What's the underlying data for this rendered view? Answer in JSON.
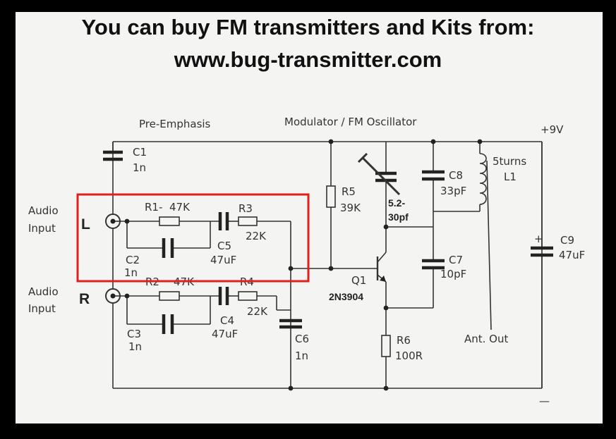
{
  "header": {
    "line1": "You can buy FM transmitters and Kits from:",
    "line2": "www.bug-transmitter.com"
  },
  "sections": {
    "pre_emphasis": "Pre-Emphasis",
    "modulator": "Modulator / FM Oscillator",
    "supply": "+9V",
    "ground": "—"
  },
  "inputs": {
    "left": {
      "label1": "Audio",
      "label2": "Input",
      "channel": "L"
    },
    "right": {
      "label1": "Audio",
      "label2": "Input",
      "channel": "R"
    }
  },
  "components": {
    "C1": {
      "ref": "C1",
      "value": "1n"
    },
    "R1": {
      "ref": "R1-",
      "value": "47K"
    },
    "C2": {
      "ref": "C2",
      "value": "1n"
    },
    "C5": {
      "ref": "C5",
      "value": "47uF"
    },
    "R3": {
      "ref": "R3",
      "value": "22K"
    },
    "R2": {
      "ref": "R2",
      "value": "47K"
    },
    "C3": {
      "ref": "C3",
      "value": "1n"
    },
    "C4": {
      "ref": "C4",
      "value": "47uF"
    },
    "R4": {
      "ref": "R4",
      "value": "22K"
    },
    "C6": {
      "ref": "C6",
      "value": "1n"
    },
    "R5": {
      "ref": "R5",
      "value": "39K"
    },
    "VC": {
      "value1": "5.2-",
      "value2": "30pf"
    },
    "C8": {
      "ref": "C8",
      "value": "33pF"
    },
    "L1": {
      "turns": "5turns",
      "ref": "L1"
    },
    "Q1": {
      "ref": "Q1",
      "part": "2N3904"
    },
    "C7": {
      "ref": "C7",
      "value": "10pF"
    },
    "R6": {
      "ref": "R6",
      "value": "100R"
    },
    "C9": {
      "ref": "C9",
      "value": "47uF",
      "polarity": "+"
    }
  },
  "antenna": {
    "label": "Ant. Out"
  },
  "highlight": {
    "color": "#e0201c"
  },
  "colors": {
    "background": "#000000",
    "paper": "#f4f4f2",
    "ink": "#333333"
  }
}
